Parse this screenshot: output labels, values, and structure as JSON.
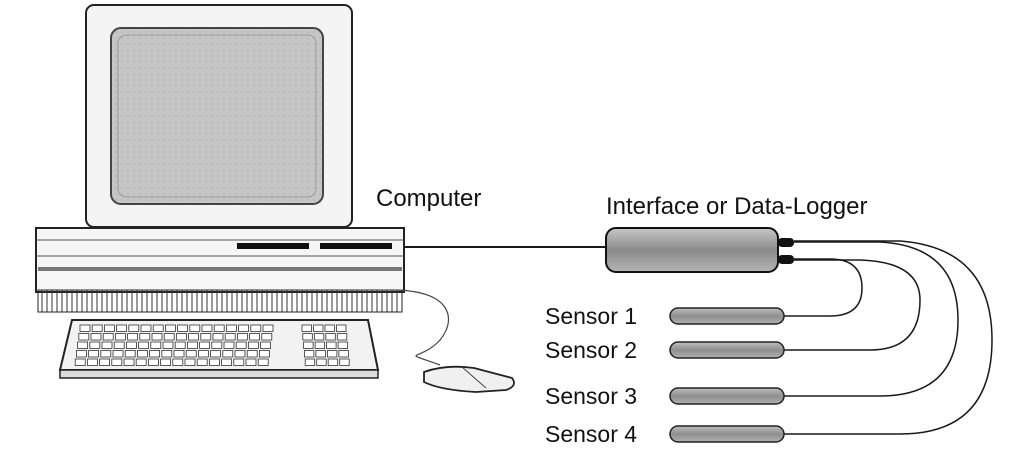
{
  "labels": {
    "computer": "Computer",
    "interface": "Interface or Data-Logger"
  },
  "sensors": [
    {
      "label": "Sensor 1"
    },
    {
      "label": "Sensor 2"
    },
    {
      "label": "Sensor 3"
    },
    {
      "label": "Sensor 4"
    }
  ],
  "colors": {
    "line": "#1a1a1a",
    "screen": "#c4c4c4",
    "device_fill": "#9a9a9a",
    "sensor_fill": "#a6a6a6",
    "background": "#ffffff"
  }
}
